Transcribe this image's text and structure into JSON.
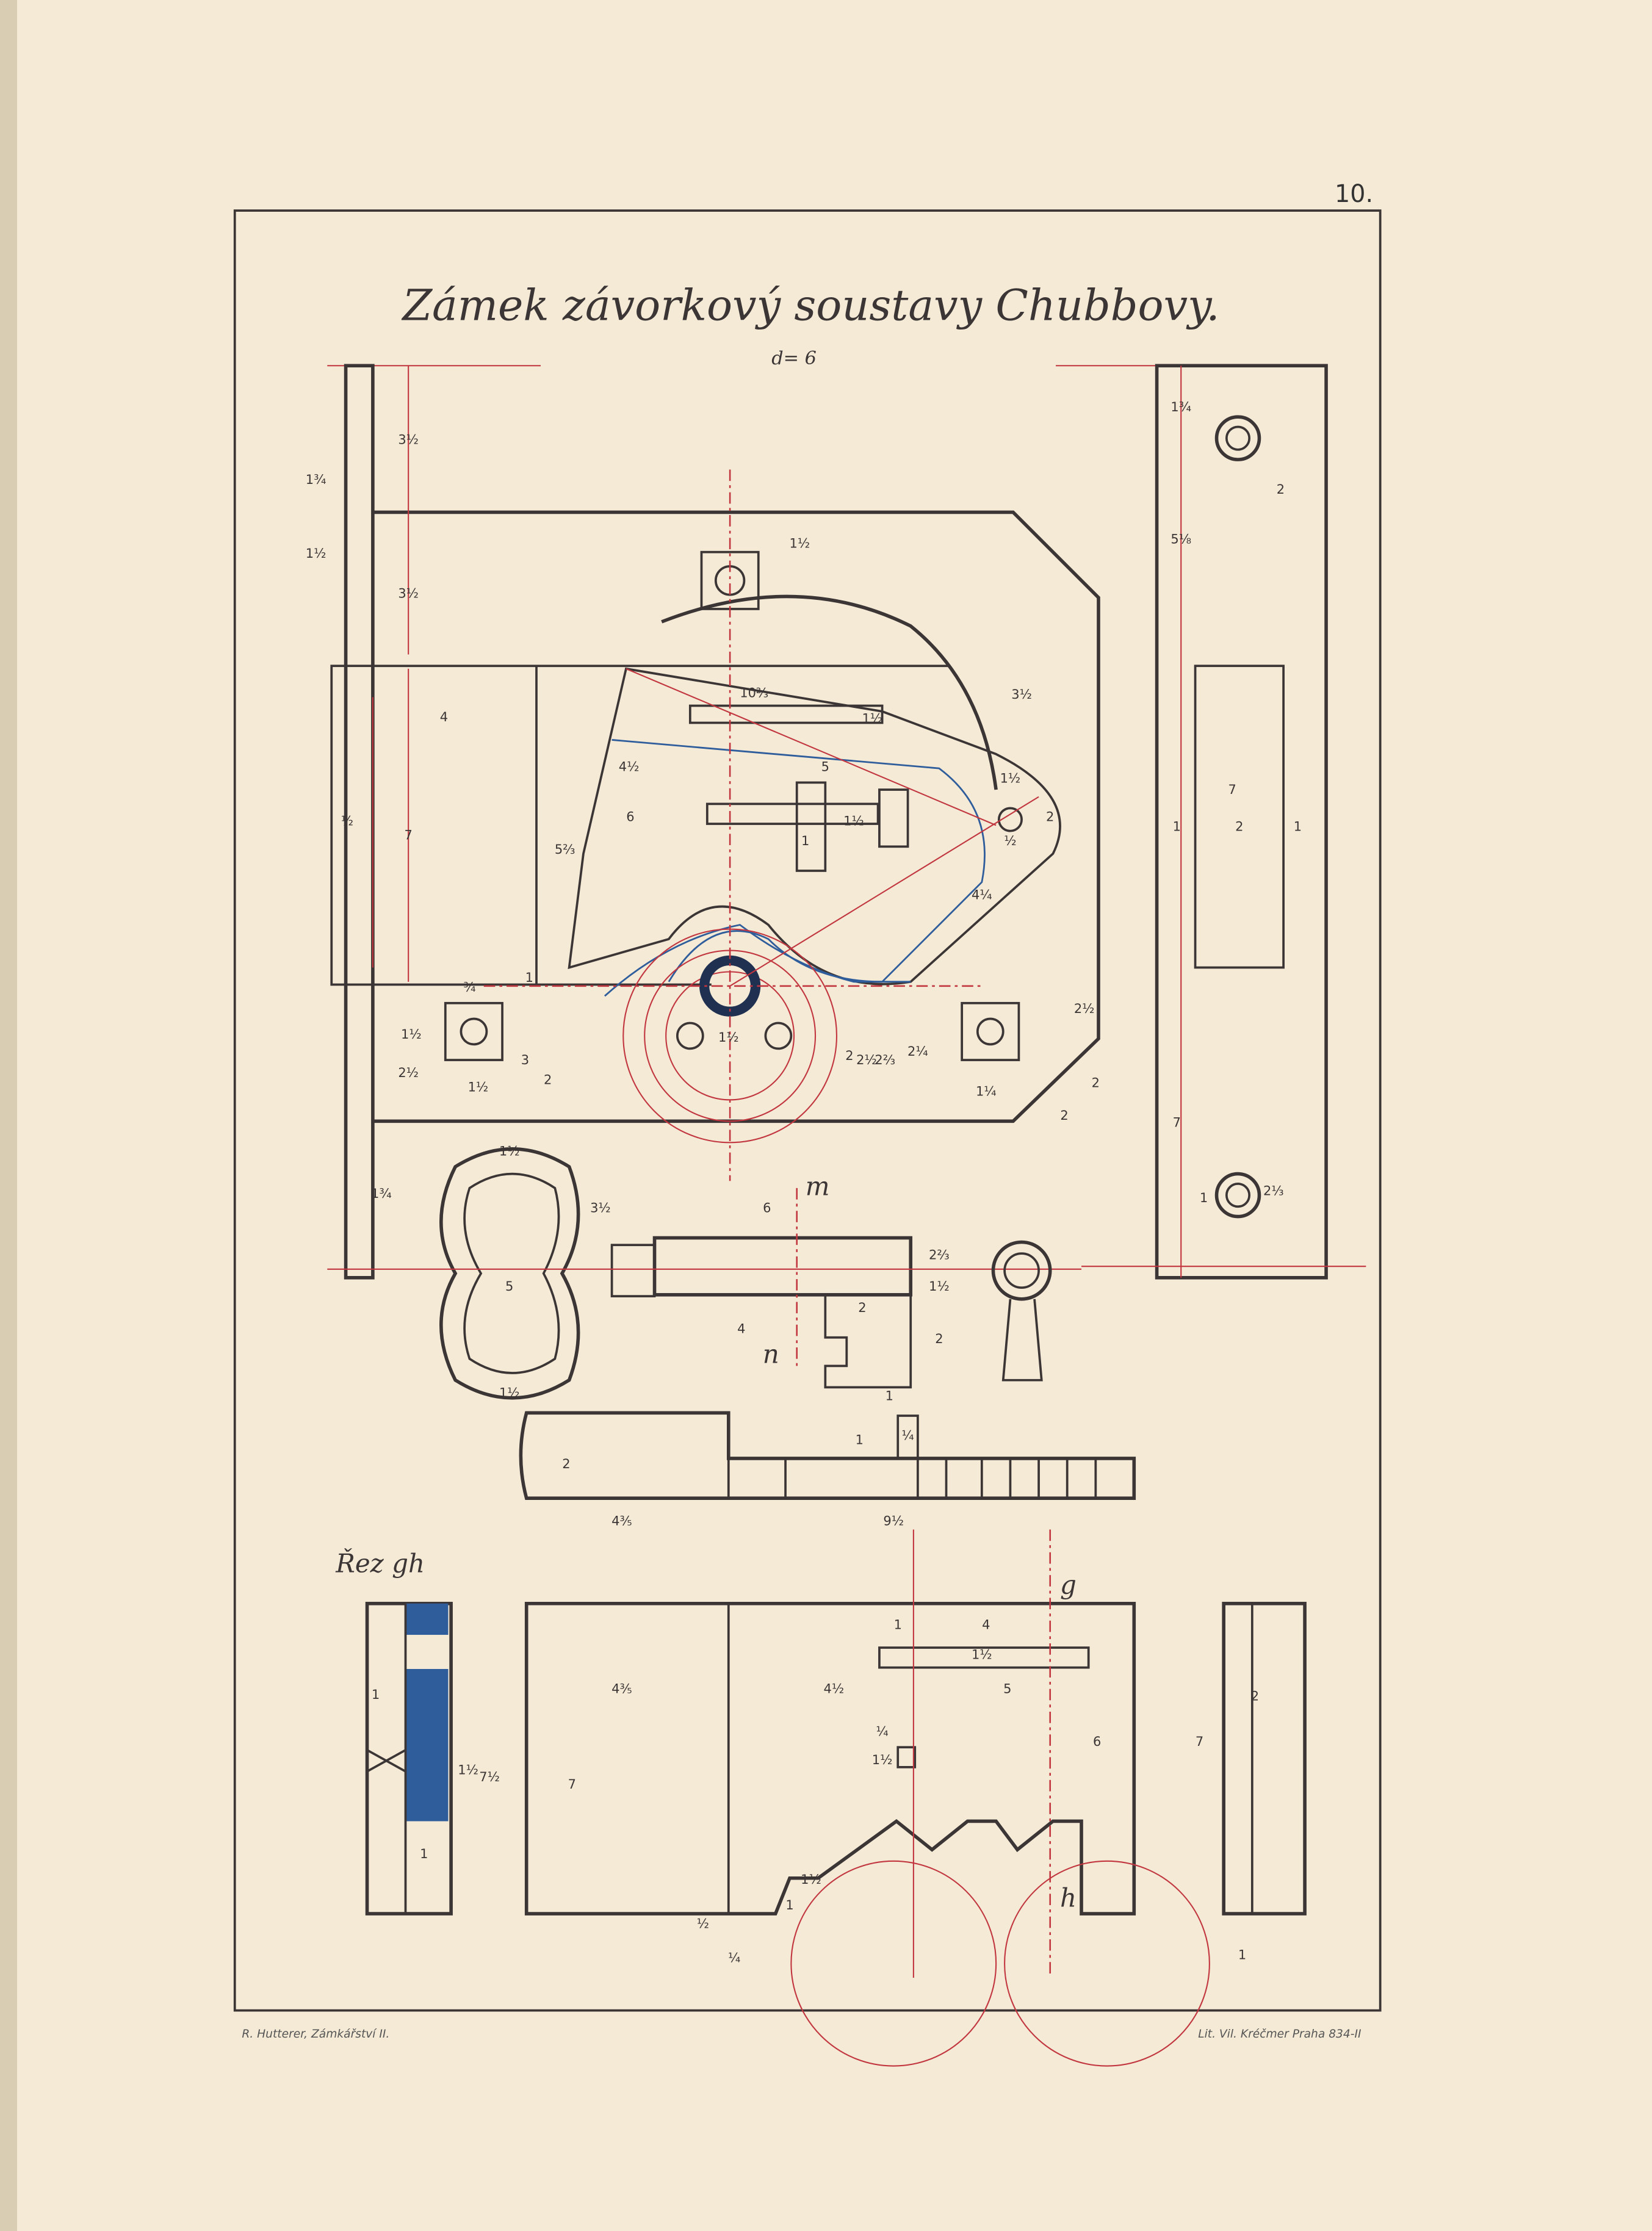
{
  "page_number": "10.",
  "title": "Zámek závorkový soustavy Chubbovy.",
  "subtitle": "d= 6",
  "section_label": "Řez gh",
  "section_letters": {
    "m": "m",
    "n": "n",
    "g": "g",
    "h": "h"
  },
  "footer": {
    "left": "R. Hutterer, Zámkářství II.",
    "right": "Lit. Vil. Kréčmer Praha 834-II"
  },
  "colors": {
    "paper": "#f4ead6",
    "ink": "#3b3535",
    "red": "#c2363f",
    "blue": "#2f5d9c"
  },
  "dims": [
    "3½",
    "1¾",
    "1½",
    "3½",
    "1½",
    "10⅔",
    "1½",
    "3½",
    "4",
    "4½",
    "5",
    "1½",
    "2",
    "½",
    "1",
    "1½",
    "5⅔",
    "6",
    "4¼",
    "7",
    "½",
    "1",
    "¾",
    "1½",
    "2½",
    "1½",
    "3",
    "2",
    "1½",
    "2",
    "2½",
    "2⅔",
    "2¼",
    "2½",
    "1¼",
    "2",
    "2",
    "1¾",
    "2",
    "5⅛",
    "7",
    "1",
    "2",
    "1",
    "7",
    "1",
    "2⅓",
    "1½",
    "1¾",
    "3½",
    "6",
    "2⅔",
    "1½",
    "5",
    "4",
    "2",
    "2",
    "1",
    "1½",
    "1",
    "¼",
    "2",
    "4⅗",
    "9½",
    "1",
    "4",
    "1½",
    "4⅗",
    "4½",
    "5",
    "6",
    "7",
    "2",
    "1",
    "1½",
    "7½",
    "1",
    "7",
    "¼",
    "1½",
    "1½",
    "1",
    "½",
    "¼",
    "1"
  ]
}
